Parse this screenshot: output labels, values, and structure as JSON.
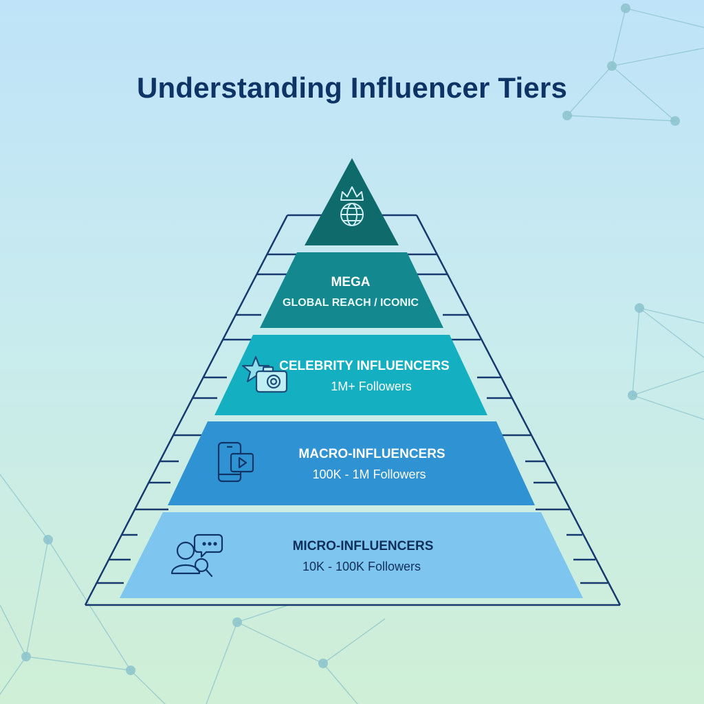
{
  "title": "Understanding Influencer Tiers",
  "colors": {
    "frame": "#173a6e",
    "apex": "#0f6a6c",
    "mega": "#14888f",
    "celebrity": "#14b0c2",
    "macro": "#2f92d2",
    "micro": "#7ec6ef",
    "network": "#7fb9c2"
  },
  "apex": {
    "icon": "crown-globe-icon"
  },
  "tiers": [
    {
      "key": "mega",
      "name": "MEGA",
      "subtitle": "GLOBAL REACH / ICONIC",
      "icon": ""
    },
    {
      "key": "celebrity",
      "name": "CELEBRITY INFLUENCERS",
      "subtitle": "1M+ Followers",
      "icon": "star-camera-icon"
    },
    {
      "key": "macro",
      "name": "MACRO-INFLUENCERS",
      "subtitle": "100K - 1M Followers",
      "icon": "phone-video-icon"
    },
    {
      "key": "micro",
      "name": "MICRO-INFLUENCERS",
      "subtitle": "10K - 100K Followers",
      "icon": "person-chat-search-icon"
    }
  ]
}
